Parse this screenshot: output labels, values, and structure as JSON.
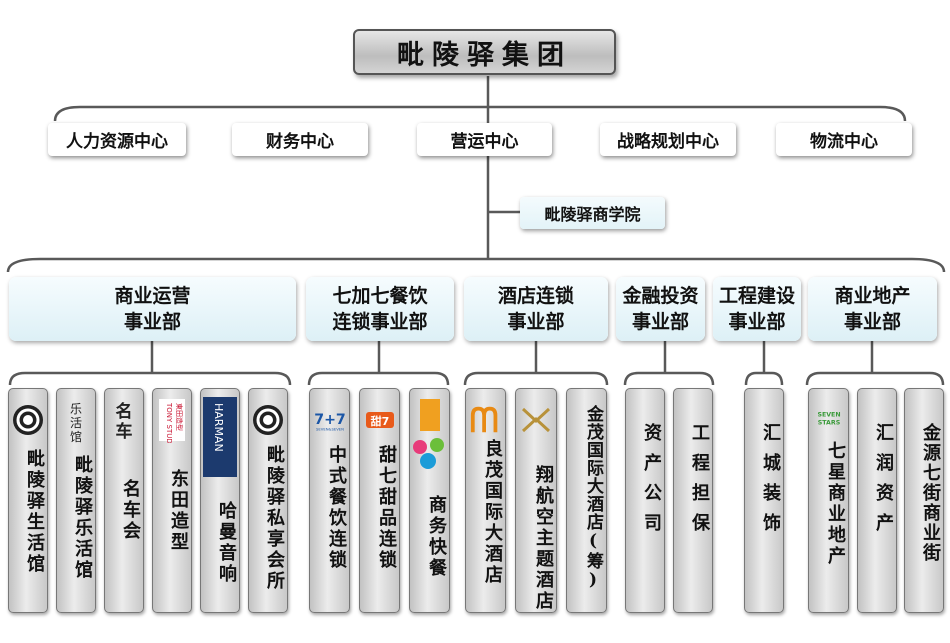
{
  "root": {
    "title": "毗陵驿集团"
  },
  "centers": [
    {
      "label": "人力资源中心"
    },
    {
      "label": "财务中心"
    },
    {
      "label": "营运中心"
    },
    {
      "label": "战略规划中心"
    },
    {
      "label": "物流中心"
    }
  ],
  "academy": {
    "label": "毗陵驿商学院"
  },
  "divisions": [
    {
      "label": "商业运营\n事业部"
    },
    {
      "label": "七加七餐饮\n连锁事业部"
    },
    {
      "label": "酒店连锁\n事业部"
    },
    {
      "label": "金融投资\n事业部"
    },
    {
      "label": "工程建设\n事业部"
    },
    {
      "label": "商业地产\n事业部"
    }
  ],
  "units": [
    {
      "name": "毗陵驿生活馆",
      "icon": "ring-logo-icon"
    },
    {
      "name": "毗陵驿乐活馆",
      "icon": "lehuo-logo-icon"
    },
    {
      "name": "名车会",
      "icon": "mingche-logo-icon"
    },
    {
      "name": "东田造型",
      "icon": "tony-studio-logo-icon",
      "logo_text": "TONY STUDIO 東田造型"
    },
    {
      "name": "哈曼音响",
      "icon": "harman-logo-icon",
      "logo_text": "HARMAN"
    },
    {
      "name": "毗陵驿私享会所",
      "icon": "ring-logo-icon"
    },
    {
      "name": "中式餐饮连锁",
      "icon": "seven-plus-seven-logo-icon",
      "logo_text": "7+7"
    },
    {
      "name": "甜七甜品连锁",
      "icon": "tian-seven-logo-icon"
    },
    {
      "name": "商务快餐",
      "icon": "fast-food-logo-icon"
    },
    {
      "name": "良茂国际大酒店",
      "icon": "liangmao-logo-icon"
    },
    {
      "name": "翔航空主题酒店",
      "icon": "xianghang-logo-icon"
    },
    {
      "name": "金茂国际大酒店(筹)",
      "icon": ""
    },
    {
      "name": "资产公司",
      "icon": ""
    },
    {
      "name": "工程担保",
      "icon": ""
    },
    {
      "name": "汇城装饰",
      "icon": ""
    },
    {
      "name": "七星商业地产",
      "icon": "seven-stars-logo-icon",
      "logo_text": "SEVEN STARS"
    },
    {
      "name": "汇润资产",
      "icon": ""
    },
    {
      "name": "金源七街商业街",
      "icon": ""
    }
  ],
  "colors": {
    "line": "#595959",
    "division_fill": "#e6f5f9",
    "unit_fill": "#d9d9d9"
  }
}
